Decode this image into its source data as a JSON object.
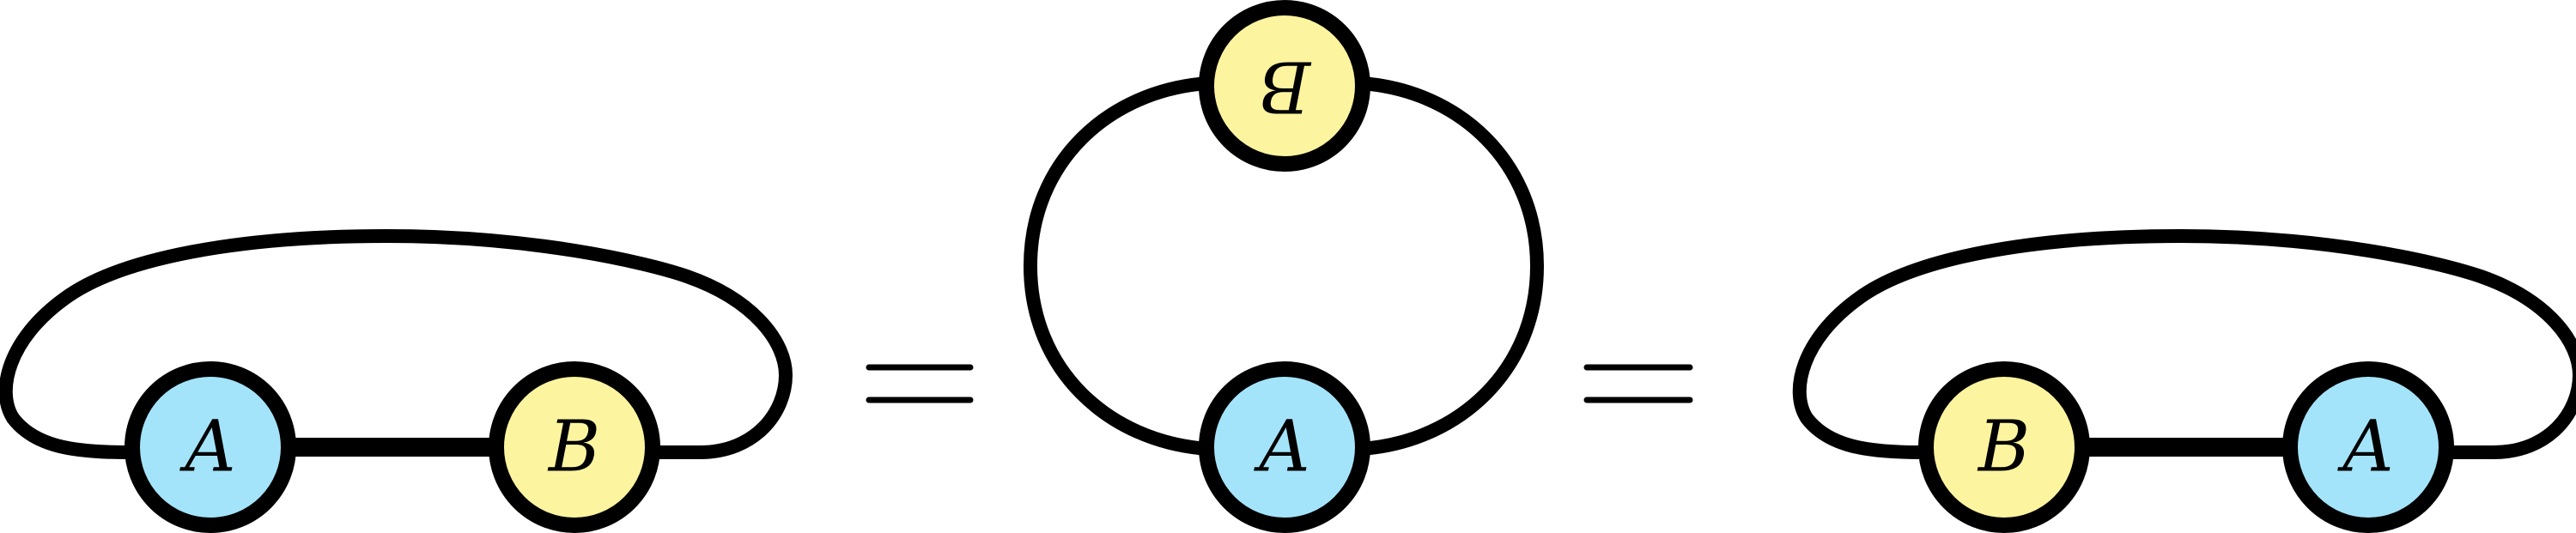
{
  "colors": {
    "tensor_a": "#a4e4fb",
    "tensor_b": "#fdf49f",
    "stroke": "#000000",
    "background": "#ffffff"
  },
  "diagrams": {
    "left": {
      "first_label": "A",
      "second_label": "B"
    },
    "middle": {
      "top_label": "B",
      "top_orientation": "rotated-180",
      "bottom_label": "A"
    },
    "right": {
      "first_label": "B",
      "second_label": "A"
    }
  },
  "equals_signs": [
    {
      "symbol": "equals"
    },
    {
      "symbol": "equals"
    }
  ]
}
